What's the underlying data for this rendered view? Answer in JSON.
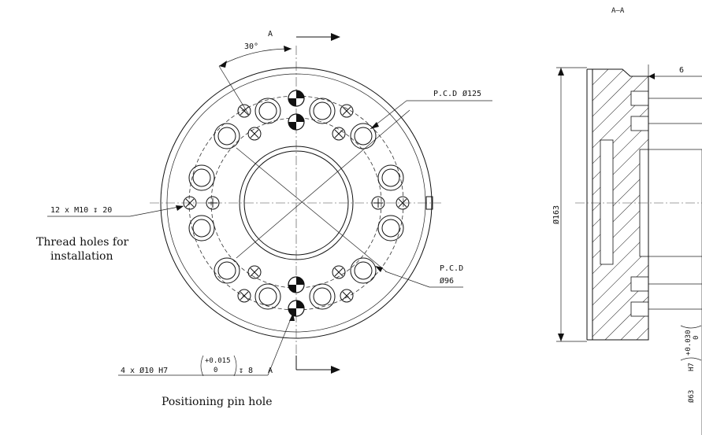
{
  "view_label": "A—A",
  "section_marks": {
    "top": "A",
    "bottom": "A"
  },
  "angle_dim": "30°",
  "front_view": {
    "pcd_outer_label": "P.C.D",
    "pcd_outer_value": "Ø125",
    "pcd_inner_label": "P.C.D",
    "pcd_inner_value": "Ø96",
    "thread_callout": "12 x M10 ↧ 20",
    "thread_caption_line1": "Thread holes for",
    "thread_caption_line2": "installation",
    "pin_callout_main": "4 x Ø10 H7",
    "pin_tol_upper": "+0.015",
    "pin_tol_lower": "0",
    "pin_depth": "↧ 8",
    "pin_caption": "Positioning pin hole"
  },
  "section_view": {
    "top_dim": "6",
    "outer_dia": "Ø163",
    "bore_fit": "H7",
    "bore_tol_upper": "+0.030",
    "bore_tol_lower": "0",
    "bore_dia": "Ø63"
  }
}
